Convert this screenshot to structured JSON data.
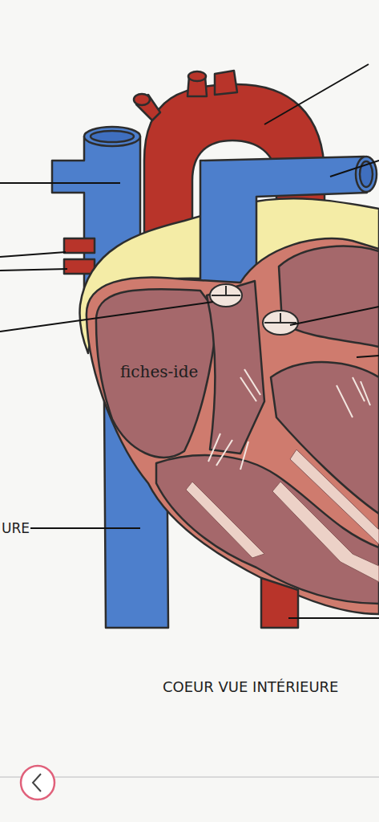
{
  "diagram": {
    "caption": "COEUR VUE INTÉRIEURE",
    "labels": [
      "URE",
      "fiches-ide"
    ]
  }
}
